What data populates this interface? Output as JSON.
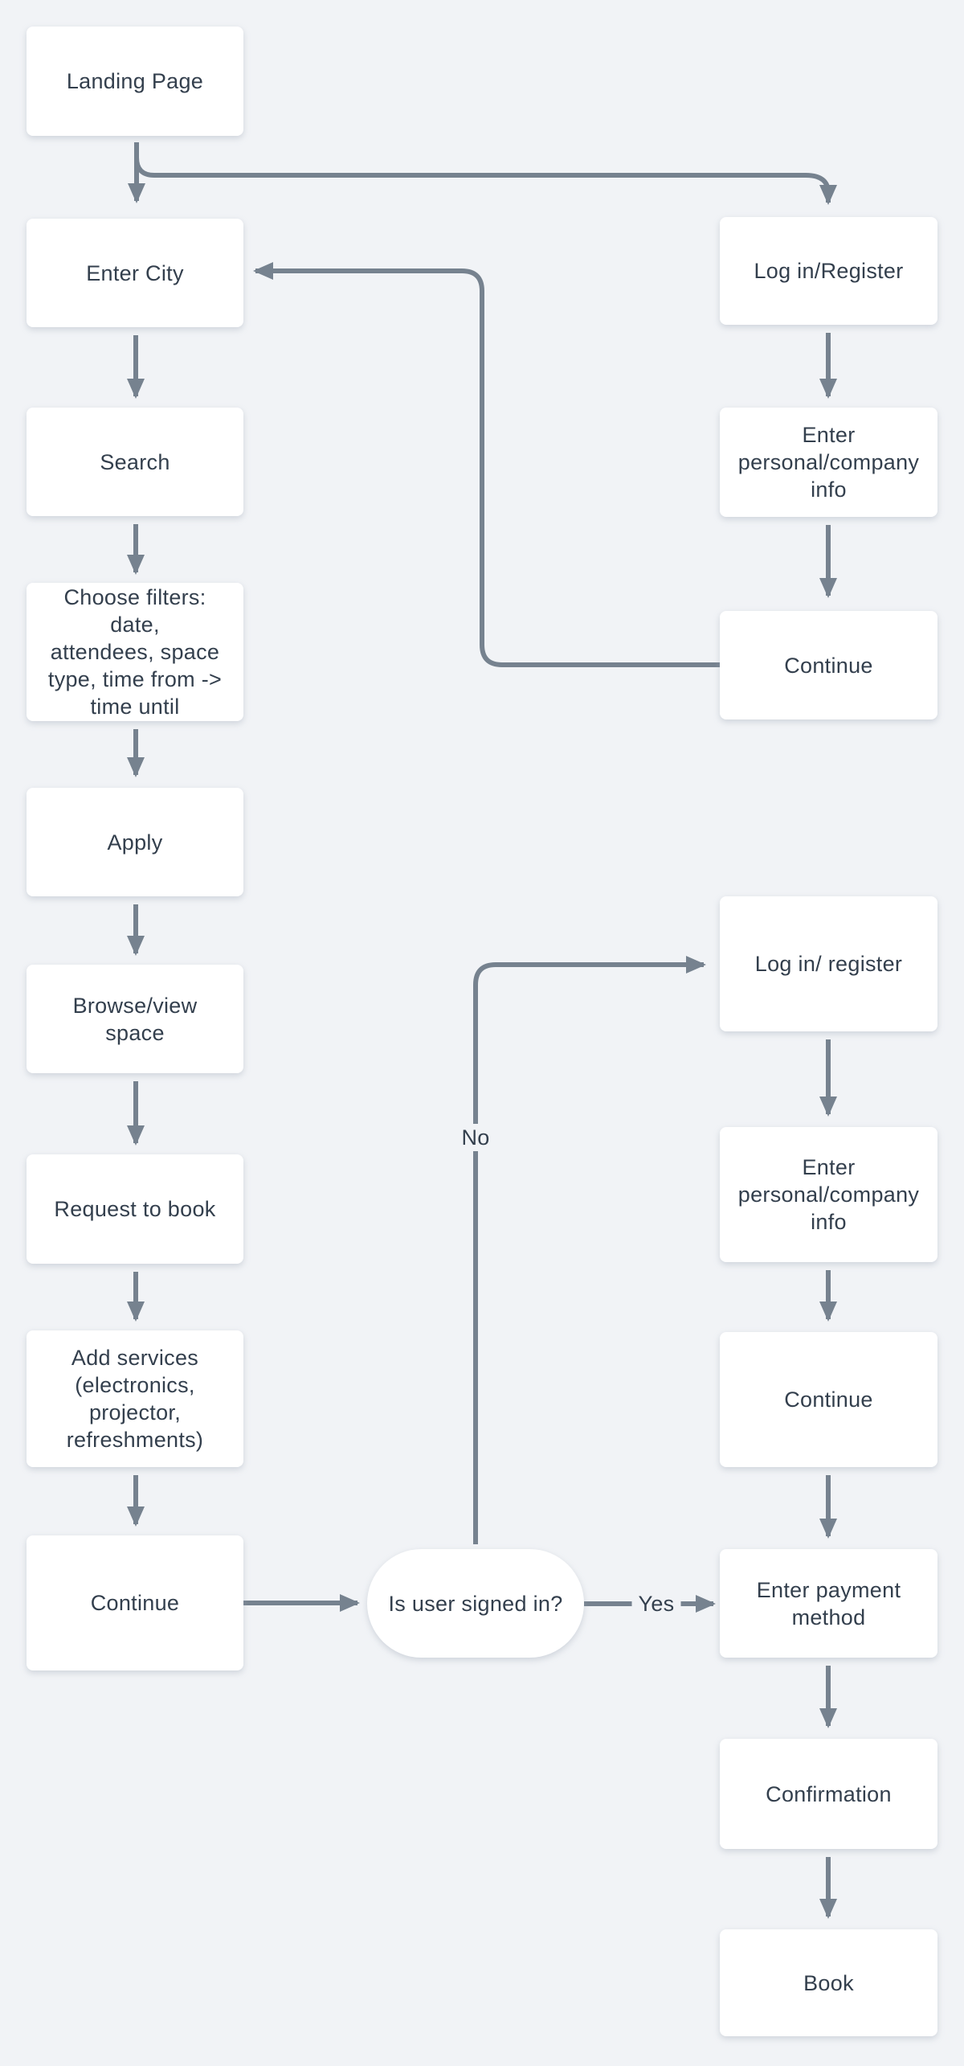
{
  "diagram": {
    "colors": {
      "background": "#F1F3F6",
      "node_fill": "#FFFFFF",
      "connector": "#76828F",
      "text": "#333F4D"
    },
    "nodes": {
      "landing": {
        "label": "Landing Page"
      },
      "enter_city": {
        "label": "Enter City"
      },
      "search": {
        "label": "Search"
      },
      "choose_filters": {
        "label": "Choose filters: date,\nattendees, space\ntype, time from ->\ntime until"
      },
      "apply": {
        "label": "Apply"
      },
      "browse": {
        "label": "Browse/view space"
      },
      "request_book": {
        "label": "Request to book"
      },
      "add_services": {
        "label": "Add services\n(electronics,\nprojector,\nrefreshments)"
      },
      "continue_left": {
        "label": "Continue"
      },
      "signed_in": {
        "label": "Is user signed in?"
      },
      "login_top": {
        "label": "Log in/Register"
      },
      "personal_top": {
        "label": "Enter\npersonal/company\ninfo"
      },
      "continue_top": {
        "label": "Continue"
      },
      "login_bottom": {
        "label": "Log in/ register"
      },
      "personal_bottom": {
        "label": "Enter\npersonal/company\ninfo"
      },
      "continue_bottom": {
        "label": "Continue"
      },
      "payment": {
        "label": "Enter payment\nmethod"
      },
      "confirmation": {
        "label": "Confirmation"
      },
      "book": {
        "label": "Book"
      }
    },
    "edge_labels": {
      "yes": "Yes",
      "no": "No"
    }
  }
}
